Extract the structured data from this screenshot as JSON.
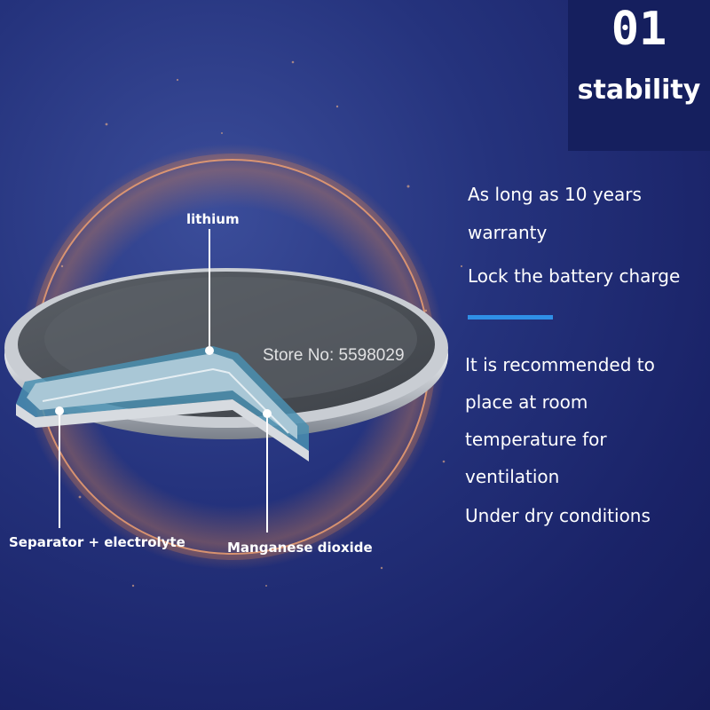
{
  "badge": {
    "number": "01",
    "title": "stability"
  },
  "features": {
    "line1": "As long as 10 years",
    "line2": "warranty",
    "line3": "Lock the battery charge"
  },
  "recommend": {
    "line1": "It is recommended to",
    "line2": "place at room",
    "line3": "temperature for",
    "line4": "ventilation",
    "line5": "Under dry conditions"
  },
  "labels": {
    "lithium": "lithium",
    "separator": "Separator + electrolyte",
    "manganese": "Manganese dioxide"
  },
  "watermark": "Store No: 5598029",
  "colors": {
    "background": "#1e2a72",
    "accent": "#2f8fe6",
    "ring": "#e8894a",
    "badge": "#151f5e"
  }
}
